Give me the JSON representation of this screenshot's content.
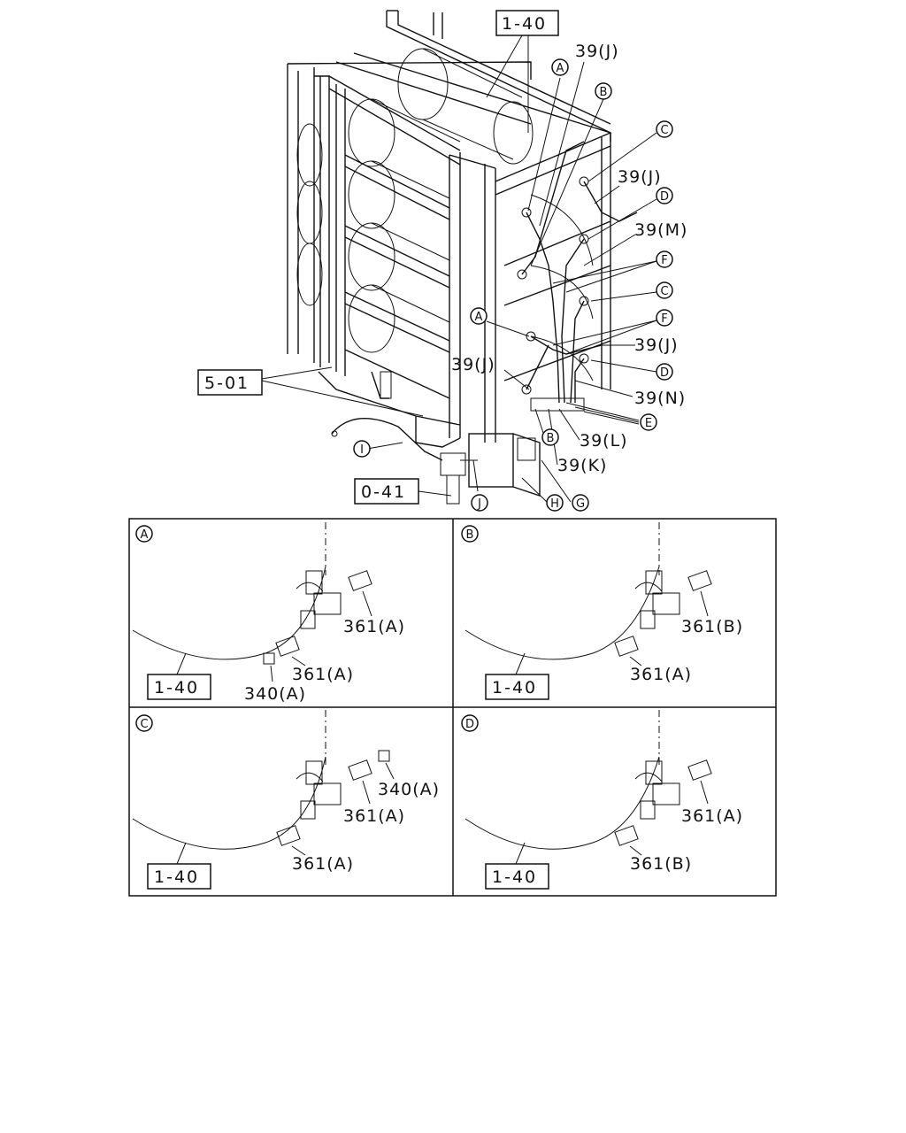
{
  "main": {
    "ref_1_40": "1-40",
    "ref_5_01": "5-01",
    "ref_0_41": "0-41",
    "callouts": {
      "j_top": "39(J)",
      "j_right": "39(J)",
      "m": "39(M)",
      "j_mid": "39(J)",
      "j_left": "39(J)",
      "n": "39(N)",
      "l": "39(L)",
      "k": "39(K)"
    },
    "markers": {
      "a_top": "A",
      "b_top": "B",
      "c_top": "C",
      "d_top": "D",
      "f_top": "F",
      "a_mid": "A",
      "c_mid": "C",
      "f_mid": "F",
      "d_mid": "D",
      "e": "E",
      "b_bot": "B",
      "i": "I",
      "j": "J",
      "h": "H",
      "g": "G"
    }
  },
  "details": [
    {
      "id": "A",
      "ref": "1-40",
      "labels": [
        "361(A)",
        "361(A)",
        "340(A)"
      ]
    },
    {
      "id": "B",
      "ref": "1-40",
      "labels": [
        "361(B)",
        "361(A)"
      ]
    },
    {
      "id": "C",
      "ref": "1-40",
      "labels": [
        "340(A)",
        "361(A)",
        "361(A)"
      ]
    },
    {
      "id": "D",
      "ref": "1-40",
      "labels": [
        "361(A)",
        "361(B)"
      ]
    }
  ]
}
